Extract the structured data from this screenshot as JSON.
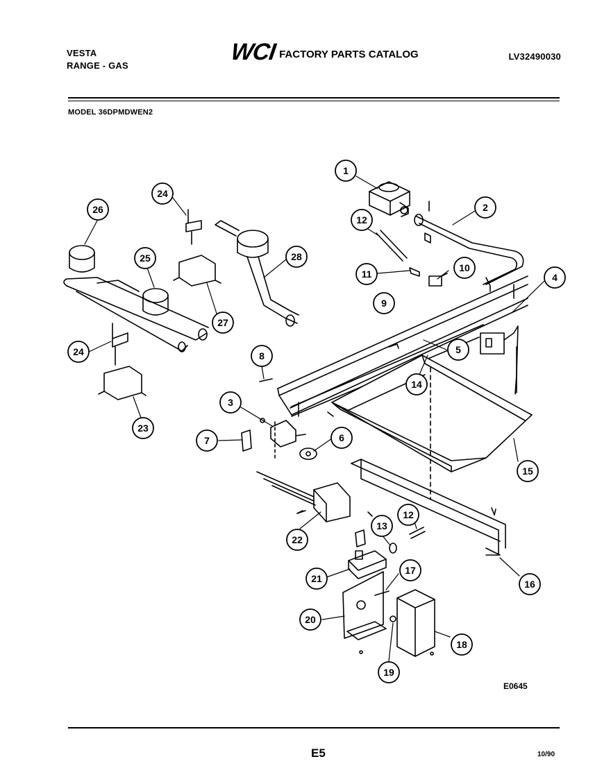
{
  "header": {
    "brand": "VESTA",
    "product": "RANGE - GAS",
    "logo_text": "WCI",
    "catalog_title": "FACTORY PARTS CATALOG",
    "catalog_number": "LV32490030",
    "model_line": "MODEL 36DPMDWEN2"
  },
  "diagram": {
    "code": "E0645",
    "callouts": [
      "1",
      "2",
      "3",
      "4",
      "5",
      "6",
      "7",
      "8",
      "9",
      "10",
      "11",
      "12",
      "12",
      "13",
      "14",
      "15",
      "16",
      "17",
      "18",
      "19",
      "20",
      "21",
      "22",
      "23",
      "24",
      "24",
      "25",
      "26",
      "27",
      "28"
    ]
  },
  "footer": {
    "page": "E5",
    "date": "10/90"
  }
}
